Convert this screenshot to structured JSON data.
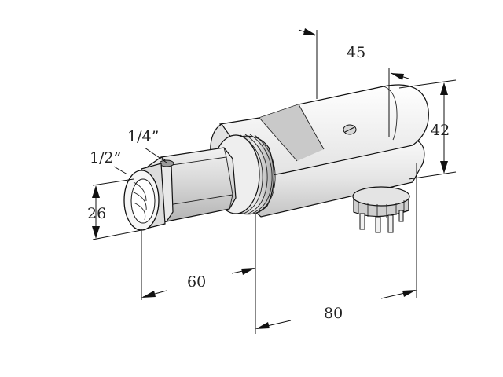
{
  "labels": {
    "thread_1_4": "1/4”",
    "thread_1_2": "1/2”",
    "dim_26": "26",
    "dim_60": "60",
    "dim_80": "80",
    "dim_45": "45",
    "dim_42": "42"
  },
  "colors": {
    "line": "#111111",
    "light_fill": "#f4f4f4",
    "mid_fill": "#dcdcdc",
    "dark_fill": "#bdbdbd",
    "shadow_fill": "#9a9a9a"
  }
}
